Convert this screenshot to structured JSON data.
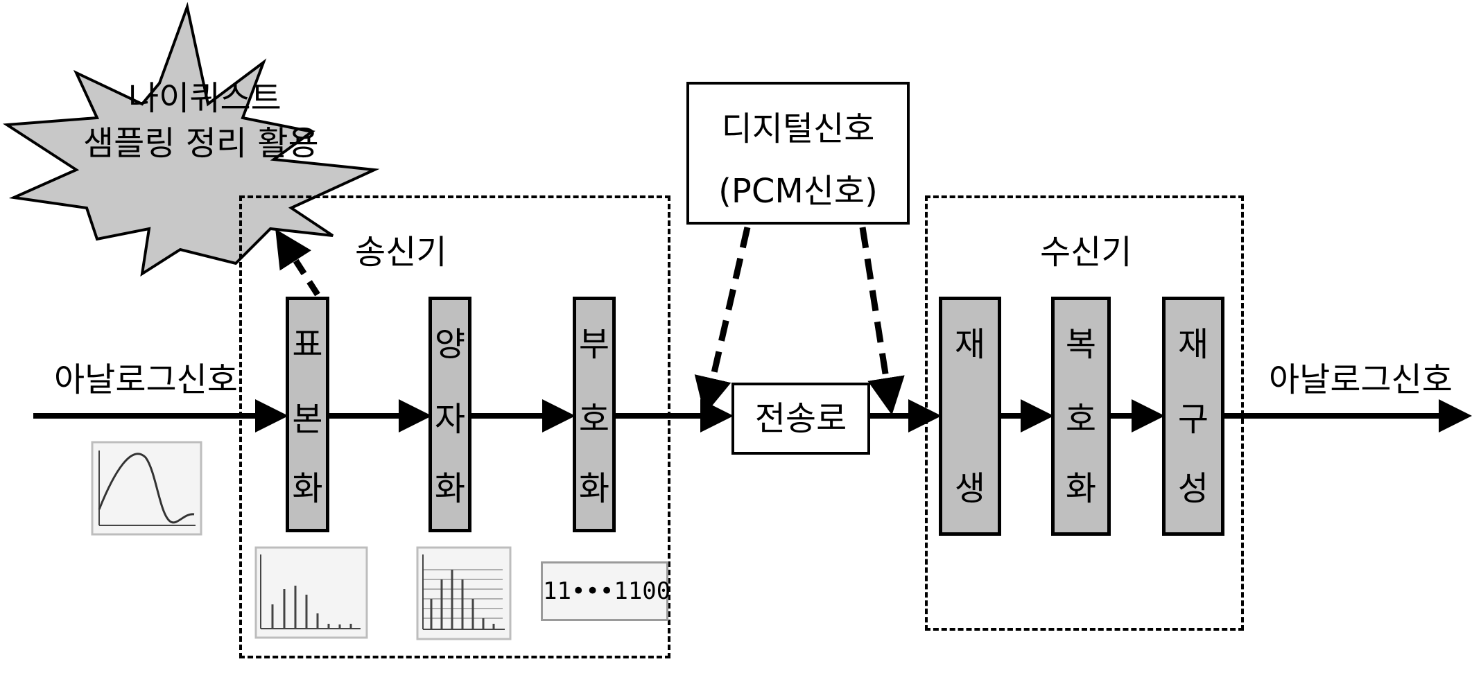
{
  "starburst": {
    "line1": "나이퀴스트",
    "line2": "샘플링 정리 활용"
  },
  "digital_signal": {
    "line1": "디지털신호",
    "line2": "(PCM신호)"
  },
  "transmitter": {
    "label": "송신기"
  },
  "receiver": {
    "label": "수신기"
  },
  "input_signal_label": "아날로그신호",
  "output_signal_label": "아날로그신호",
  "transmitter_blocks": [
    {
      "chars": [
        "표",
        "본",
        "화"
      ]
    },
    {
      "chars": [
        "양",
        "자",
        "화"
      ]
    },
    {
      "chars": [
        "부",
        "호",
        "화"
      ]
    }
  ],
  "channel": {
    "label": "전송로"
  },
  "receiver_blocks": [
    {
      "chars": [
        "재",
        "생"
      ]
    },
    {
      "chars": [
        "복",
        "호",
        "화"
      ]
    },
    {
      "chars": [
        "재",
        "구",
        "성"
      ]
    }
  ],
  "code_thumbnail": {
    "text": "11•••1100"
  },
  "colors": {
    "block_fill": "#bfbfbf",
    "starburst_fill": "#c8c8c8",
    "line": "#000000"
  }
}
